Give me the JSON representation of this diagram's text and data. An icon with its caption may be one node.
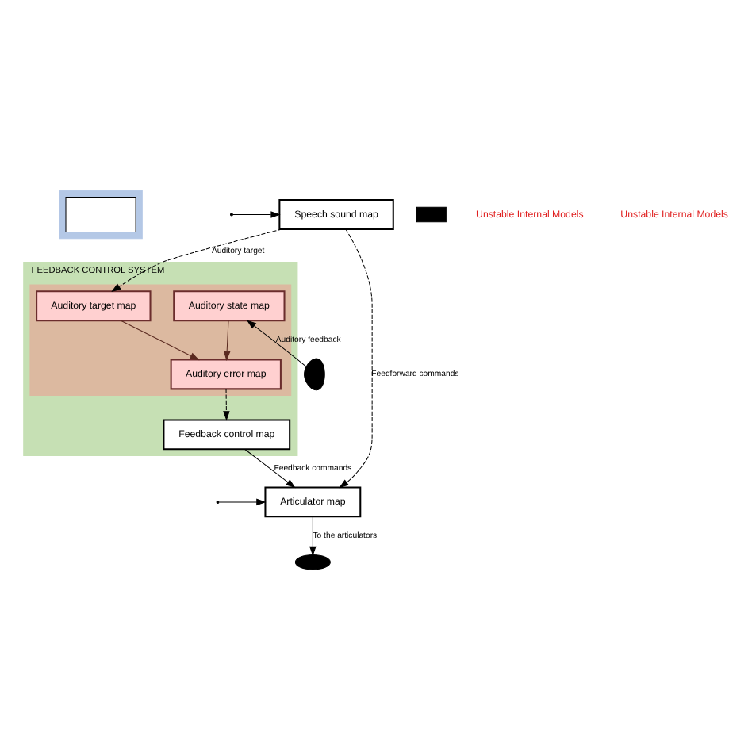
{
  "diagram": {
    "nodes": [
      {
        "text": [],
        "shape": "box"
      },
      {
        "text": [],
        "shape": "box",
        "in": 0
      },
      {
        "text": [
          "Speech sound map"
        ]
      },
      {
        "text": [
          "FEEDBACK CONTROL SYSTEM"
        ]
      },
      {
        "text": [
          "Feedback control map"
        ],
        "in": 3
      },
      {
        "text": [],
        "shape": "box",
        "in": 3
      },
      {
        "text": [
          "Auditory target map"
        ],
        "in": 5
      },
      {
        "text": [
          "Auditory error map"
        ],
        "in": 5
      },
      {
        "text": [
          "Auditory state map"
        ],
        "in": 5
      },
      {
        "text": [
          "Articulator map"
        ]
      },
      {
        "text": [],
        "shape": "waveform"
      },
      {
        "text": [],
        "shape": "ear"
      },
      {
        "text": [],
        "shape": "lips"
      }
    ],
    "edges": [
      {
        "from": null,
        "to": 2,
        "arrow": "to"
      },
      {
        "from": 2,
        "to": 6,
        "arrow": "to",
        "style": "dashed",
        "label": "Auditory target"
      },
      {
        "from": 2,
        "to": 9,
        "arrow": "to",
        "style": "dashed",
        "label": "Feedforward commands"
      },
      {
        "from": 6,
        "to": 7,
        "arrow": "to",
        "color": "#5a2a20"
      },
      {
        "from": 8,
        "to": 7,
        "arrow": "to",
        "color": "#5a2a20"
      },
      {
        "from": 7,
        "to": 4,
        "arrow": "to",
        "style": "dashed"
      },
      {
        "from": 4,
        "to": 9,
        "arrow": "to",
        "label": "Feedback commands"
      },
      {
        "from": null,
        "to": 9,
        "arrow": "to"
      },
      {
        "from": 9,
        "to": 12,
        "arrow": "to",
        "label": "To the articulators"
      },
      {
        "from": 11,
        "to": 8,
        "arrow": "to",
        "label": "Auditory feedback"
      }
    ],
    "labels": [
      "Unstable Internal Models",
      "Unstable Internal Models"
    ]
  }
}
